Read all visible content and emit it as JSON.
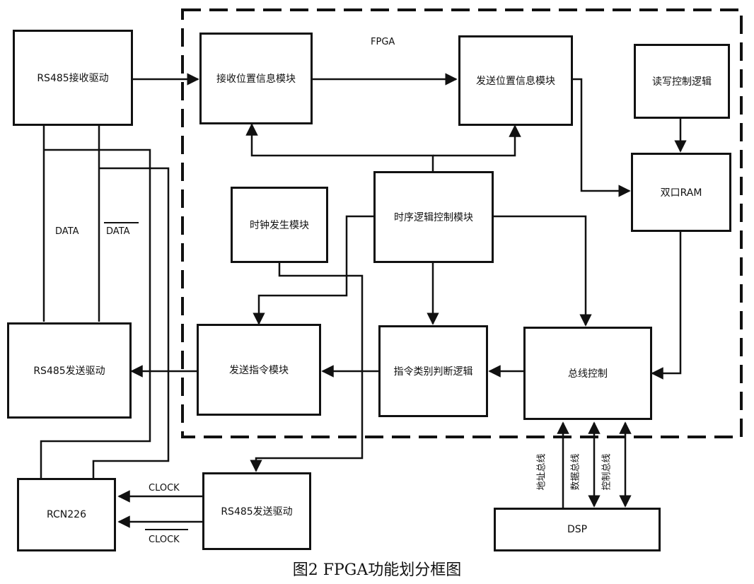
{
  "boundary": {
    "label": "FPGA"
  },
  "modules": {
    "rs485_rx_driver": "RS485接收驱动",
    "rx_position_module": "接收位置信息模块",
    "tx_position_module": "发送位置信息模块",
    "rw_control_logic": "读写控制逻辑",
    "dual_port_ram": "双口RAM",
    "clock_gen_module": "时钟发生模块",
    "timing_control_module": "时序逻辑控制模块",
    "rs485_tx_driver_upper": "RS485发送驱动",
    "tx_command_module": "发送指令模块",
    "command_judge_logic": "指令类别判断逻辑",
    "bus_control": "总线控制",
    "rcn226": "RCN226",
    "rs485_tx_driver_lower": "RS485发送驱动",
    "dsp": "DSP"
  },
  "signals": {
    "data": "DATA",
    "data_bar": "DATA",
    "clock": "CLOCK",
    "clock_bar": "CLOCK",
    "address_bus": "地址总线",
    "data_bus": "数据总线",
    "control_bus": "控制总线"
  },
  "caption": "图2 FPGA功能划分框图"
}
